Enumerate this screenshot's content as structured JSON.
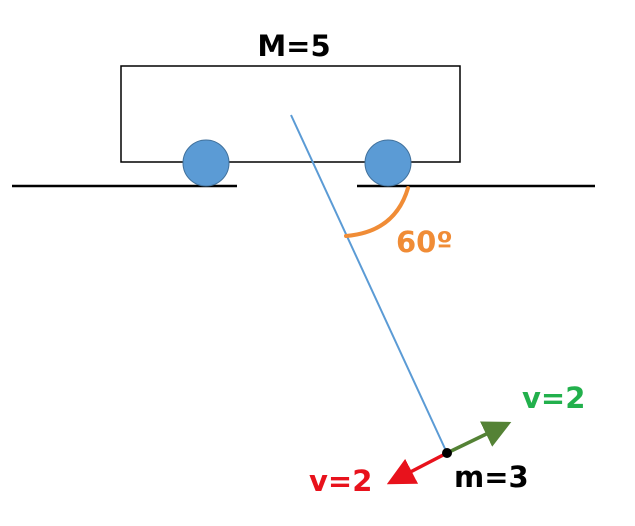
{
  "labels": {
    "cart_mass": "M=5",
    "angle": "60º",
    "green_velocity": "v=2",
    "red_velocity": "v=2",
    "bob_mass": "m=3"
  },
  "colors": {
    "line": "#000000",
    "wheel_fill": "#5b9bd5",
    "wheel_stroke": "#41719c",
    "rod": "#5b9bd5",
    "angle_arc": "#f08c36",
    "angle_text": "#f08c36",
    "green_arrow": "#548235",
    "green_text": "#22b04c",
    "red_arrow": "#e8121c",
    "red_text": "#e8121c",
    "text": "#000000"
  }
}
